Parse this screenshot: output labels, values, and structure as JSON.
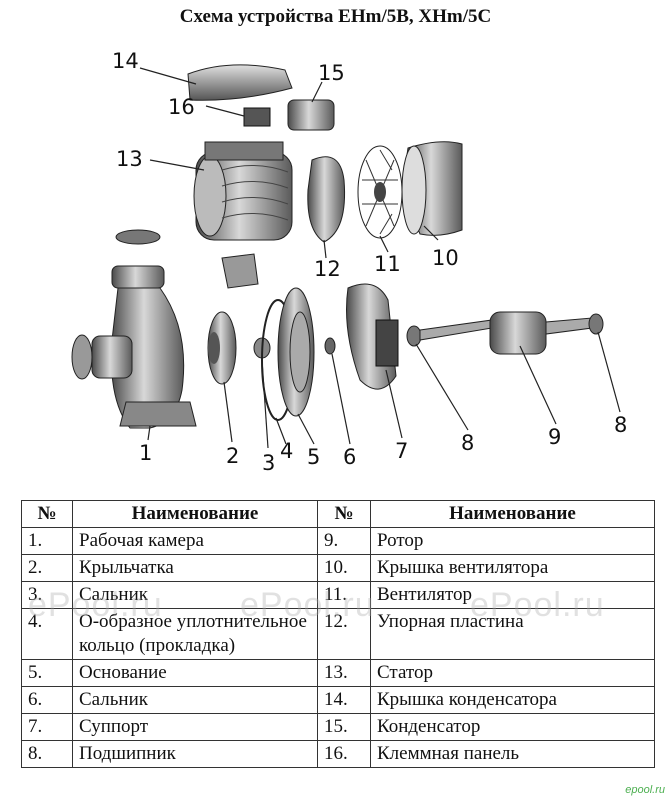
{
  "title": "Схема устройства EHm/5B, XHm/5C",
  "callouts": [
    "1",
    "2",
    "3",
    "4",
    "5",
    "6",
    "7",
    "8",
    "8",
    "9",
    "10",
    "11",
    "12",
    "13",
    "14",
    "15",
    "16"
  ],
  "table": {
    "headers": [
      "№",
      "Наименование",
      "№",
      "Наименование"
    ],
    "rows": [
      {
        "n1": "1.",
        "name1": "Рабочая камера",
        "n2": "9.",
        "name2": "Ротор"
      },
      {
        "n1": "2.",
        "name1": "Крыльчатка",
        "n2": "10.",
        "name2": "Крышка вентилятора"
      },
      {
        "n1": "3.",
        "name1": "Сальник",
        "n2": "11.",
        "name2": "Вентилятор"
      },
      {
        "n1": "4.",
        "name1": "О-образное уплотнительное кольцо (прокладка)",
        "n2": "12.",
        "name2": "Упорная пластина"
      },
      {
        "n1": "5.",
        "name1": "Основание",
        "n2": "13.",
        "name2": "Статор"
      },
      {
        "n1": "6.",
        "name1": "Сальник",
        "n2": "14.",
        "name2": "Крышка конденсатора"
      },
      {
        "n1": "7.",
        "name1": "Суппорт",
        "n2": "15.",
        "name2": "Конденсатор"
      },
      {
        "n1": "8.",
        "name1": "Подшипник",
        "n2": "16.",
        "name2": "Клеммная панель"
      }
    ]
  },
  "watermarks": [
    "ePool.ru",
    "ePool.ru",
    "ePool.ru"
  ],
  "corner_logo": "epool.ru"
}
